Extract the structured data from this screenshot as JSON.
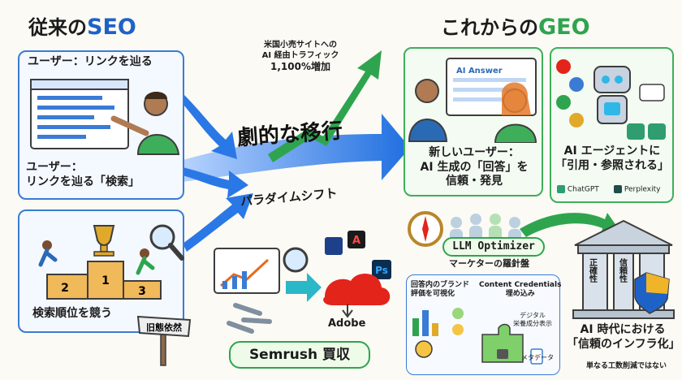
{
  "header": {
    "seo_prefix": "従来の",
    "seo_accent": "SEO",
    "geo_prefix": "これからの",
    "geo_accent": "GEO"
  },
  "seo": {
    "panel1_title": "ユーザー：リンクを辿る",
    "panel1_caption_line1": "ユーザー：",
    "panel1_caption_line2": "リンクを辿る「検索」",
    "panel2_caption": "検索順位を競う",
    "podium_labels": [
      "2",
      "1",
      "3"
    ],
    "signpost": "旧態依然"
  },
  "center": {
    "stat_line1": "米国小売サイトへの",
    "stat_line2": "AI 経由トラフィック",
    "stat_line3": "1,100%増加",
    "shift_title": "劇的な移行",
    "paradigm": "パラダイムシフト",
    "adobe_label": "Adobe",
    "semrush": "Semrush 買収",
    "app_icons": [
      "A",
      "Ps"
    ]
  },
  "geo": {
    "answer_label": "AI Answer",
    "panel1_line1": "新しいユーザー：",
    "panel1_line2": "AI 生成の「回答」を",
    "panel1_line3": "信頼・発見",
    "panel2_line1": "AI エージェントに",
    "panel2_line2": "「引用・参照される」",
    "chatgpt": "ChatGPT",
    "perplexity": "Perplexity",
    "llm_title": "LLM Optimizer",
    "llm_sub": "マーケターの羅針盤",
    "brand_line1": "回答内のブランド",
    "brand_line2": "評価を可視化",
    "cc_line1": "Content Credentials",
    "cc_line2": "埋め込み",
    "cc_item1_line1": "デジタル",
    "cc_item1_line2": "栄養成分表示",
    "cc_item2": "メタデータ",
    "pillar_left": "正確性",
    "pillar_right": "信頼性",
    "infra_line1": "AI 時代における",
    "infra_line2": "「信頼のインフラ化」",
    "infra_note": "単なる工数削減ではない"
  },
  "colors": {
    "seo_blue": "#1e62c8",
    "geo_green": "#2fa44f",
    "arrow_blue": "#1f6fe0",
    "adobe_red": "#e3241b"
  }
}
